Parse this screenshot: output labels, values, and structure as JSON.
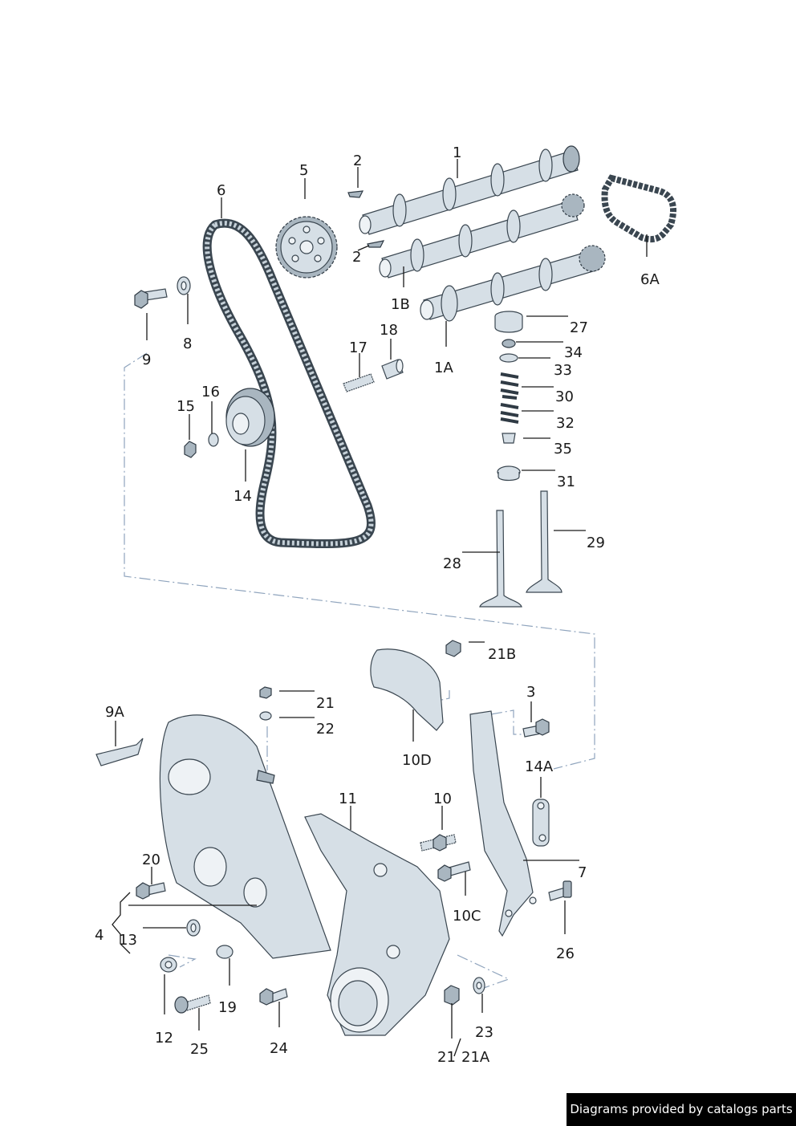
{
  "diagram": {
    "callouts": [
      "1",
      "1A",
      "1B",
      "2",
      "2",
      "3",
      "4",
      "5",
      "6",
      "6A",
      "7",
      "8",
      "9",
      "9A",
      "10",
      "10C",
      "10D",
      "11",
      "12",
      "13",
      "14",
      "14A",
      "15",
      "16",
      "17",
      "18",
      "19",
      "20",
      "21",
      "21",
      "21A",
      "21B",
      "22",
      "23",
      "24",
      "25",
      "26",
      "27",
      "28",
      "29",
      "30",
      "31",
      "32",
      "33",
      "34",
      "35"
    ]
  },
  "footer": {
    "text": "Diagrams provided by catalogs parts"
  }
}
